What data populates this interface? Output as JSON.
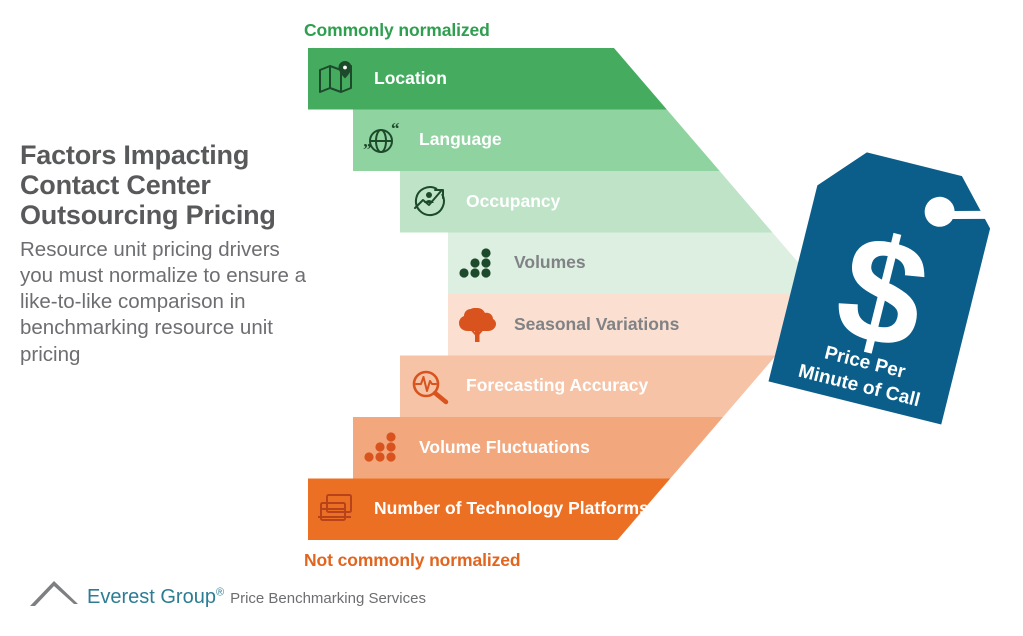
{
  "headline": "Factors Impacting Contact Center Outsourcing Pricing",
  "subcopy": "Resource unit pricing drivers you must normalize to ensure a like-to-like comparison in benchmarking resource unit pricing",
  "captions": {
    "top": "Commonly normalized",
    "bottom": "Not commonly normalized"
  },
  "price_tag": {
    "line1": "Price Per",
    "line2": "Minute of Call",
    "currency_symbol": "$",
    "color": "#0b5e8a"
  },
  "footer": {
    "brand": "Everest Group",
    "registered_mark": "®",
    "tagline": "Price Benchmarking Services",
    "brand_color": "#2c7c94",
    "tagline_color": "#6d6e71"
  },
  "colors": {
    "green_caption": "#2e9e4f",
    "orange_caption": "#e2651f",
    "headline_gray": "#58595b",
    "body_gray": "#6d6e71"
  },
  "chart_data": {
    "type": "bar",
    "title": "Factors Impacting Contact Center Outsourcing Pricing",
    "categories": [
      "Location",
      "Language",
      "Occupancy",
      "Volumes",
      "Seasonal Variations",
      "Forecasting Accuracy",
      "Volume Fluctuations",
      "Number of Technology Platforms"
    ],
    "legend": [
      "Commonly normalized",
      "Not commonly normalized"
    ],
    "grid": false,
    "legend_position": "top-and-bottom",
    "items": [
      {
        "label": "Location",
        "icon": "map-pin-icon",
        "fill": "#45ac5f",
        "label_color": "#ffffff",
        "icon_color": "#1d4a2b",
        "normalized": "commonly",
        "indent": 0
      },
      {
        "label": "Language",
        "icon": "globe-quotes-icon",
        "fill": "#8fd3a0",
        "label_color": "#ffffff",
        "icon_color": "#1d4a2b",
        "normalized": "commonly",
        "indent": 1
      },
      {
        "label": "Occupancy",
        "icon": "occupancy-trend-icon",
        "fill": "#bee3c7",
        "label_color": "#ffffff",
        "icon_color": "#1d4a2b",
        "normalized": "commonly",
        "indent": 2
      },
      {
        "label": "Volumes",
        "icon": "volume-dots-icon",
        "fill": "#dcefe1",
        "label_color": "#808285",
        "icon_color": "#1d4a2b",
        "normalized": "commonly",
        "indent": 3
      },
      {
        "label": "Seasonal Variations",
        "icon": "tree-icon",
        "fill": "#fbdfd0",
        "label_color": "#808285",
        "icon_color": "#d9531e",
        "normalized": "not-commonly",
        "indent": 3
      },
      {
        "label": "Forecasting Accuracy",
        "icon": "magnifier-pulse-icon",
        "fill": "#f6c3a6",
        "label_color": "#ffffff",
        "icon_color": "#d9531e",
        "normalized": "not-commonly",
        "indent": 2
      },
      {
        "label": "Volume Fluctuations",
        "icon": "fluctuation-dots-icon",
        "fill": "#f2a77c",
        "label_color": "#ffffff",
        "icon_color": "#d9531e",
        "normalized": "not-commonly",
        "indent": 1
      },
      {
        "label": "Number of Technology Platforms",
        "icon": "windows-stack-icon",
        "fill": "#ec7024",
        "label_color": "#ffffff",
        "icon_color": "#b8431a",
        "normalized": "not-commonly",
        "indent": 0
      }
    ]
  }
}
